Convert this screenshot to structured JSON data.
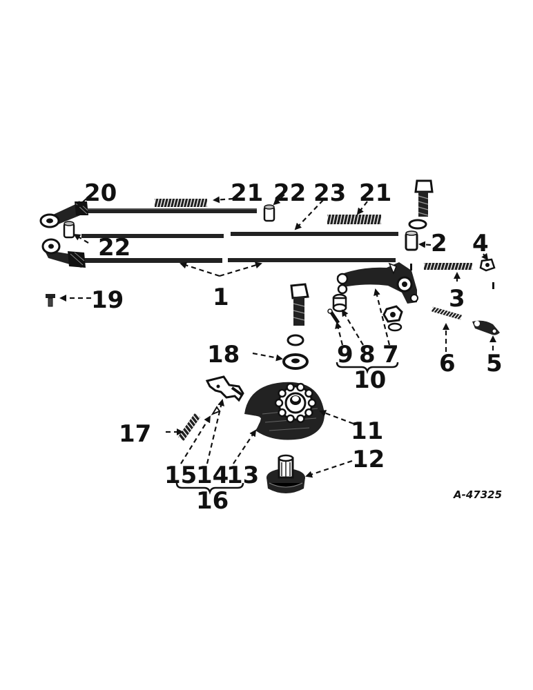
{
  "callouts": {
    "n1": "1",
    "n2": "2",
    "n3": "3",
    "n4": "4",
    "n5": "5",
    "n6": "6",
    "n7": "7",
    "n8": "8",
    "n9": "9",
    "n10": "10",
    "n11": "11",
    "n12": "12",
    "n13": "13",
    "n14": "14",
    "n15": "15",
    "n16": "16",
    "n17": "17",
    "n18": "18",
    "n19": "19",
    "n20": "20",
    "n21a": "21",
    "n21b": "21",
    "n22a": "22",
    "n22b": "22",
    "n23": "23"
  },
  "reference": "A-47325",
  "colors": {
    "ink": "#111111",
    "paper": "#ffffff"
  }
}
